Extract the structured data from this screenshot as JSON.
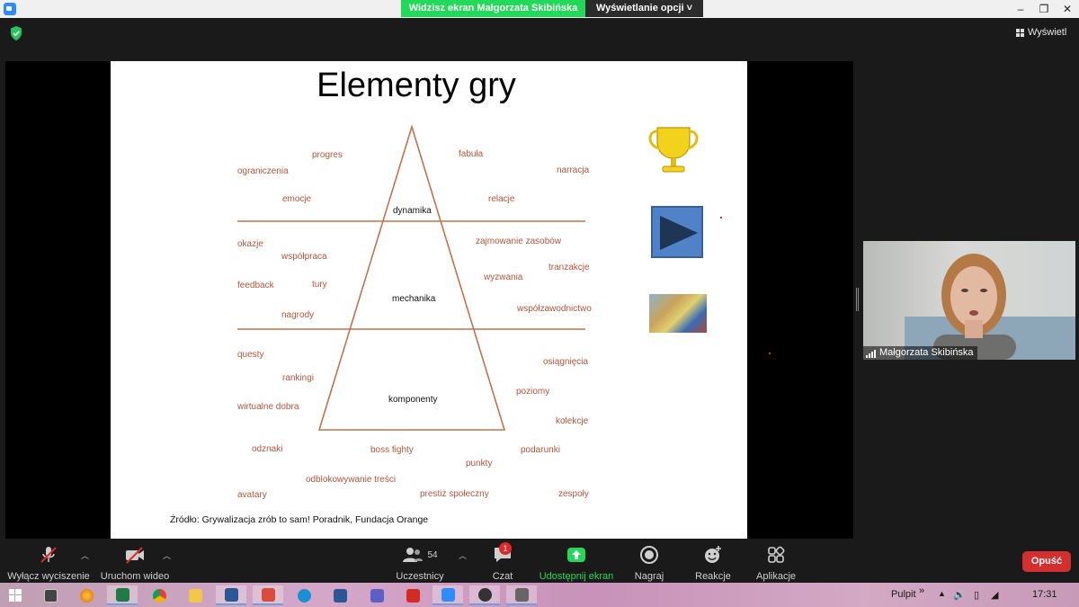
{
  "window": {
    "share_banner": "Widzisz ekran Małgorzata Skibińska",
    "view_options": "Wyświetlanie opcji ˅",
    "minimize": "–",
    "restore": "❐",
    "close": "✕"
  },
  "top": {
    "view_button": "Wyświetl"
  },
  "slide": {
    "title": "Elementy gry",
    "tiers": {
      "dynamics": "dynamika",
      "mechanics": "mechanika",
      "components": "komponenty"
    },
    "dynamics_words": [
      "progres",
      "ograniczenia",
      "emocje",
      "fabuła",
      "narracja",
      "relacje"
    ],
    "mechanics_words": [
      "okazje",
      "współpraca",
      "feedback",
      "tury",
      "nagrody",
      "zajmowanie zasobów",
      "tranzakcje",
      "wyzwania",
      "współzawodnictwo"
    ],
    "component_words": [
      "questy",
      "rankingi",
      "wirtualne dobra",
      "osiągnięcia",
      "poziomy",
      "kolekcje",
      "odznaki",
      "boss fighty",
      "podarunki",
      "punkty",
      "odblokowywanie treści",
      "avatary",
      "prestiż społeczny",
      "zespoły"
    ],
    "source": "Źródło: Grywalizacja zrób to sam! Poradnik, Fundacja Orange",
    "accent_color": "#b5543b"
  },
  "participant": {
    "name": "Małgorzata Skibińska"
  },
  "toolbar": {
    "mute": "Wyłącz wyciszenie",
    "video": "Uruchom wideo",
    "participants": "Uczestnicy",
    "participant_count": "54",
    "chat": "Czat",
    "chat_badge": "1",
    "share": "Udostępnij ekran",
    "record": "Nagraj",
    "reactions": "Reakcje",
    "apps": "Aplikacje",
    "leave": "Opuść",
    "share_color": "#23d959",
    "leave_color": "#d32f2f"
  },
  "taskbar": {
    "desktop": "Pulpit",
    "chevron": "»",
    "time": "17:31",
    "apps": [
      "zip-icon",
      "firefox-icon",
      "excel-icon",
      "chrome-icon",
      "explorer-icon",
      "word-icon",
      "screenshot-icon",
      "edge-icon",
      "word2-icon",
      "teams-icon",
      "pdf-icon",
      "zoom-icon",
      "camera-icon",
      "media-icon"
    ]
  }
}
